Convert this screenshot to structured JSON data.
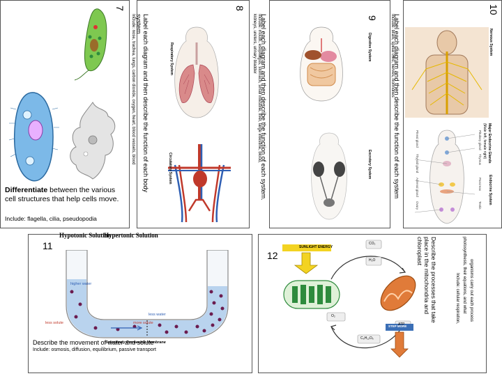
{
  "panels": {
    "p10": {
      "number": "10",
      "instruction": "Label each diagram and then describe the function of each system",
      "include": "Include: brain, spinal cord, nerves, hormones",
      "nervous_title": "Nervous System",
      "endocrine_title": "Endocrine System",
      "header_line1": "Major Endocrine Glands",
      "header_line2": "(Male left, female right)",
      "gland_labels": [
        "Pineal gland",
        "Pituitary gland",
        "Thyroid gland",
        "Thymus",
        "Adrenal gland",
        "Pancreas",
        "Ovary",
        "Testis"
      ]
    },
    "p9": {
      "number": "9",
      "instruction": "Label each diagram and then describe the function of each system.",
      "include_line1": "Include: mouth, esophagus, stomach, small intestine, liver, large intestine, blood,",
      "include_line2": "kidneys, ureters, urinary bladder",
      "digestive_title": "Digestive System",
      "excretory_title": "Excretory System"
    },
    "p8": {
      "number": "8",
      "instruction_line1": "Label each diagram and then describe the function of each body",
      "instruction_line2": "system",
      "include": "Include: nose, trachea, lungs, carbon dioxide, oxygen, heart, blood vessels, blood",
      "respiratory_title": "Respiratory System",
      "circulatory_title": "Circulatory System"
    },
    "p7": {
      "number": "7",
      "bold_word": "Differentiate",
      "rest_text": " between the various cell structures that help cells move.",
      "include": "Include: flagella, cilia, pseudopodia"
    },
    "p11": {
      "number": "11",
      "hypotonic": "Hypotonic Solution",
      "hypertonic": "Hypertonic Solution",
      "higher_water": "higher water",
      "less_solute": "less solute",
      "less_water": "less water",
      "more_solute": "more solute",
      "membrane": "Selectively Permeable Membrane",
      "caption": "Describe the movement of water and solute",
      "include": "Include: osmosis, diffusion, equilibrium, passive transport"
    },
    "p12": {
      "number": "12",
      "sunlight": "SUNLIGHT ENERGY",
      "co2": "CO₂",
      "h2o": "H₂O",
      "o2": "O₂",
      "glucose": "C₆H₁₂O₆",
      "atp": "ATP",
      "step": "STEP MORE",
      "caption_line1": "Describe the processes that take",
      "caption_line2": "place in the mitochondria and",
      "caption_line3": "chloroplast",
      "include_line1": "Include: cellular respiration,",
      "include_line2": "photosynthesis, their equations, and what",
      "include_line3": "organisms carry out each process"
    }
  },
  "colors": {
    "water_blue": "#b9d3ee",
    "solute_purple": "#6b1c4f",
    "chloroplast_green": "#2e8b3d",
    "mito_orange": "#e07b39",
    "heart_red": "#c0392b",
    "vessel_blue": "#2f5fb3",
    "sun_yellow": "#f3d322"
  }
}
